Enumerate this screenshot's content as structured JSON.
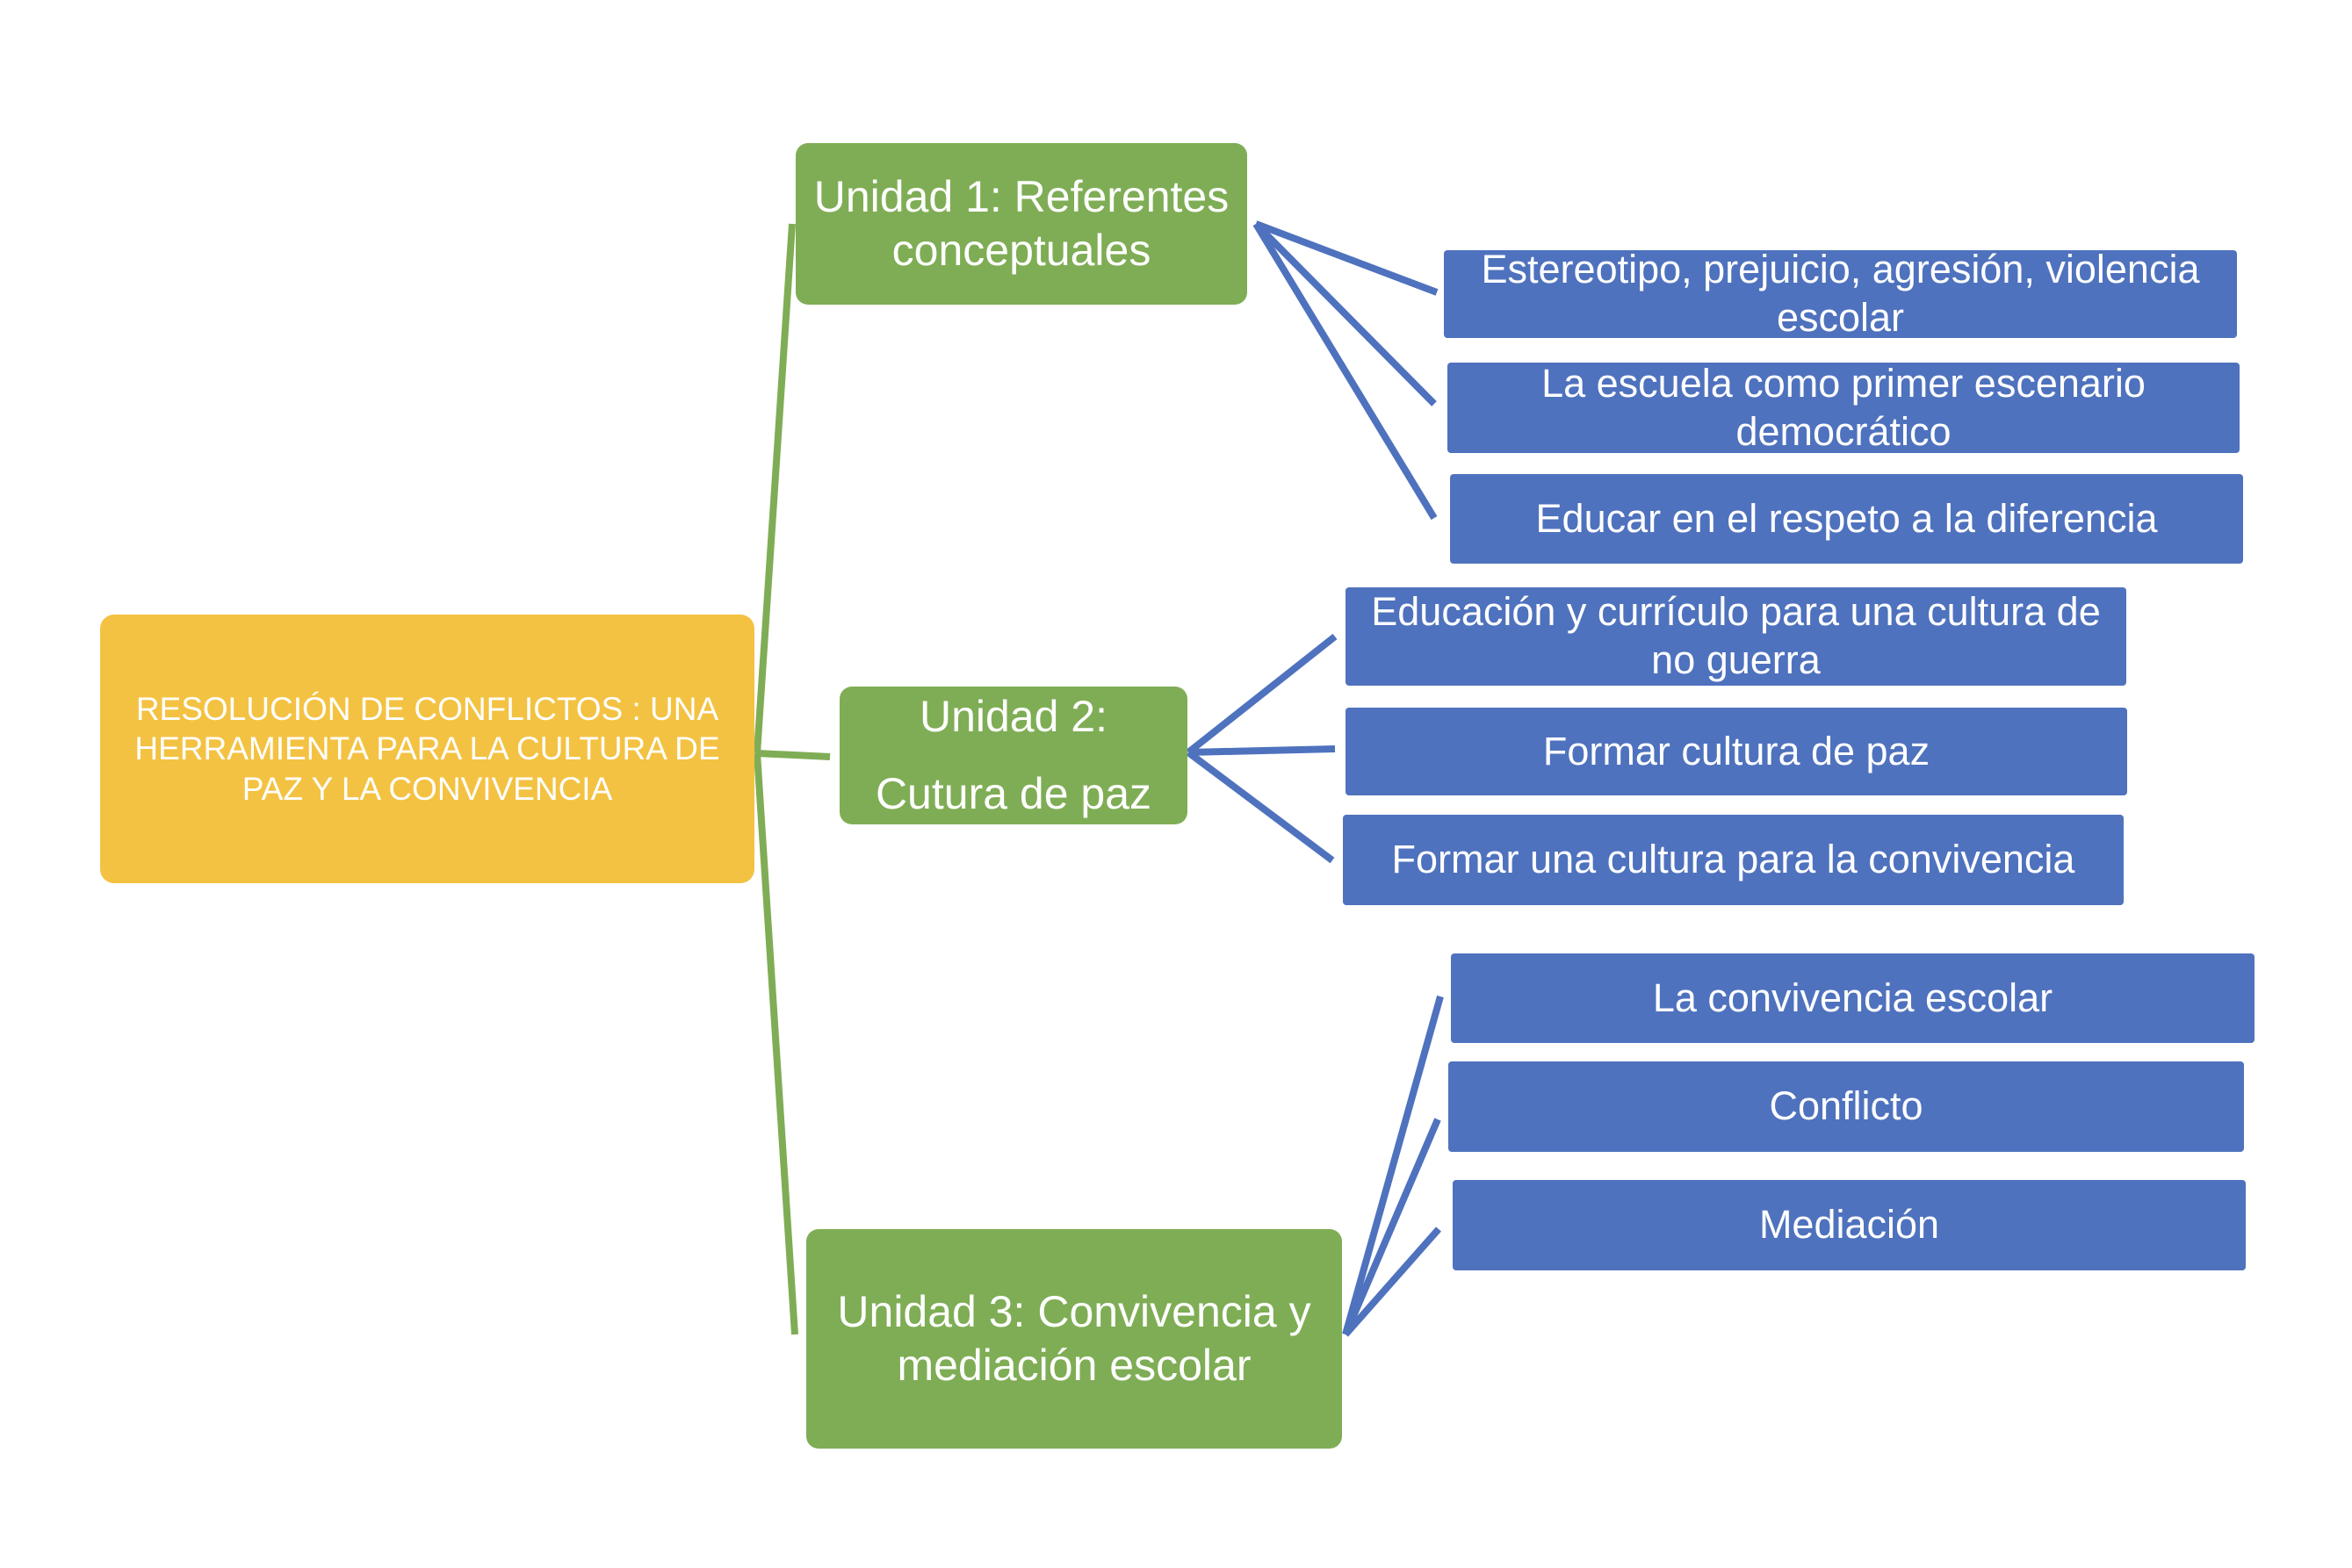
{
  "diagram": {
    "root": {
      "label": "RESOLUCIÓN DE CONFLICTOS : UNA HERRAMIENTA  PARA LA CULTURA DE PAZ Y LA CONVIVENCIA",
      "color": "#f4c242"
    },
    "units": [
      {
        "label": "Unidad 1: Referentes conceptuales",
        "color": "#7fad55",
        "topics": [
          "Estereotipo, prejuicio, agresión, violencia escolar",
          "La escuela como primer escenario democrático",
          "Educar en el respeto a la diferencia"
        ]
      },
      {
        "label_line1": "Unidad 2:",
        "label_line2": "Cutura de paz",
        "color": "#7fad55",
        "topics": [
          "Educación  y currículo para una cultura de no guerra",
          "Formar cultura de paz",
          "Formar una cultura para la convivencia"
        ]
      },
      {
        "label": "Unidad 3: Convivencia y mediación escolar",
        "color": "#7fad55",
        "topics": [
          "La convivencia escolar",
          "Conflicto",
          "Mediación"
        ]
      }
    ],
    "topic_color": "#4f72be",
    "root_link_color": "#7fad55",
    "topic_link_color": "#4f72be"
  }
}
